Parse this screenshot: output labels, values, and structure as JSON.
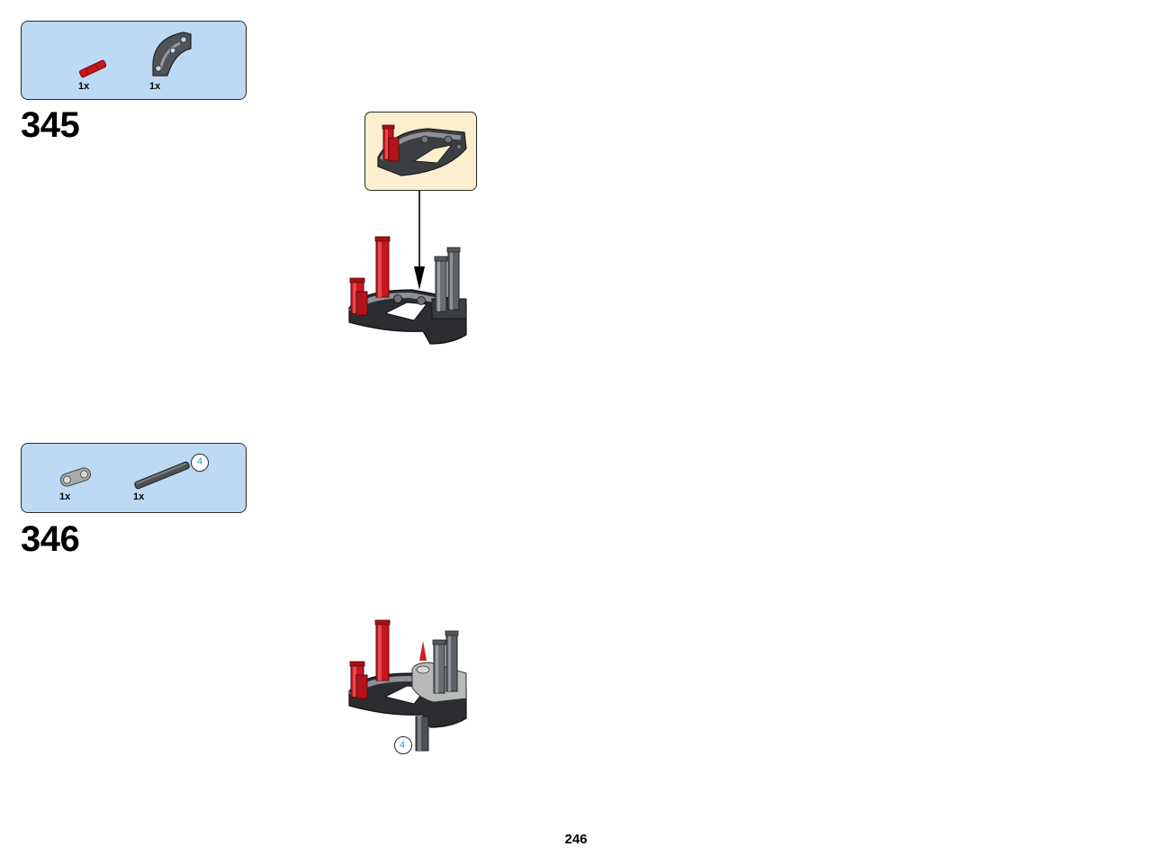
{
  "steps": [
    {
      "number": "345",
      "parts": [
        {
          "qty": "1x",
          "icon": "red-axle-pin-icon",
          "color": "#c8161d"
        },
        {
          "qty": "1x",
          "icon": "dark-gray-quarter-frame-icon",
          "color": "#505357"
        }
      ]
    },
    {
      "number": "346",
      "parts": [
        {
          "qty": "1x",
          "icon": "light-gray-beam-icon",
          "color": "#a9abab"
        },
        {
          "qty": "1x",
          "icon": "dark-gray-axle-icon",
          "color": "#4e5154",
          "length": "4"
        }
      ],
      "model_length_badge": "4"
    }
  ],
  "page_number": "246",
  "colors": {
    "parts_box_bg": "#bdd9f4",
    "callout_bg": "#fcefcf",
    "red_part": "#c8161d",
    "dark_gray_part": "#505357",
    "light_gray_part": "#a9abab",
    "length_badge": "#2a9fc7"
  }
}
